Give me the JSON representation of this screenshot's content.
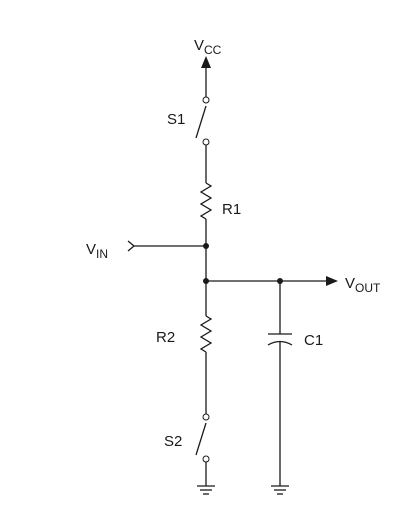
{
  "labels": {
    "vcc": {
      "main": "V",
      "sub": "CC"
    },
    "vin": {
      "main": "V",
      "sub": "IN"
    },
    "vout": {
      "main": "V",
      "sub": "OUT"
    },
    "s1": "S1",
    "s2": "S2",
    "r1": "R1",
    "r2": "R2",
    "c1": "C1"
  },
  "colors": {
    "ink": "#1a1a1a",
    "background": "#ffffff"
  }
}
